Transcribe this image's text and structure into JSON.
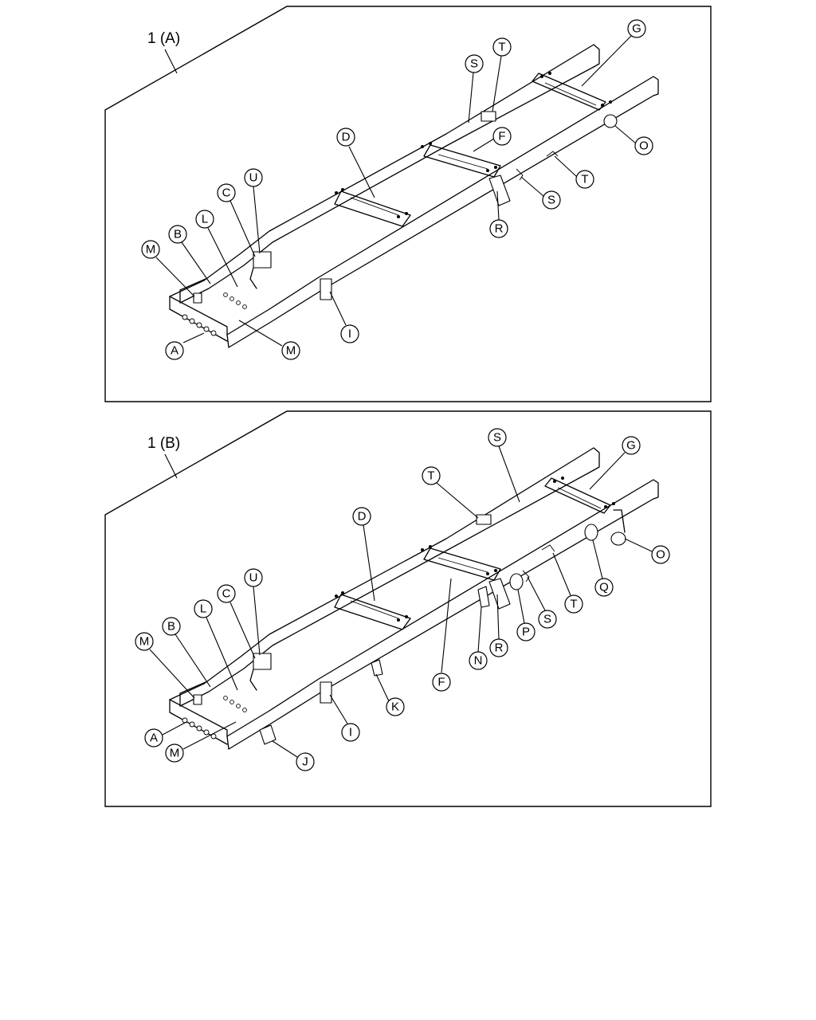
{
  "panels": [
    {
      "title": "1 (A)",
      "callouts": [
        "A",
        "B",
        "C",
        "D",
        "F",
        "G",
        "I",
        "L",
        "M",
        "M",
        "O",
        "R",
        "S",
        "S",
        "T",
        "T",
        "U"
      ]
    },
    {
      "title": "1 (B)",
      "callouts": [
        "A",
        "B",
        "C",
        "D",
        "F",
        "G",
        "I",
        "J",
        "K",
        "L",
        "M",
        "M",
        "N",
        "O",
        "P",
        "Q",
        "R",
        "S",
        "S",
        "T",
        "T",
        "U"
      ]
    }
  ]
}
